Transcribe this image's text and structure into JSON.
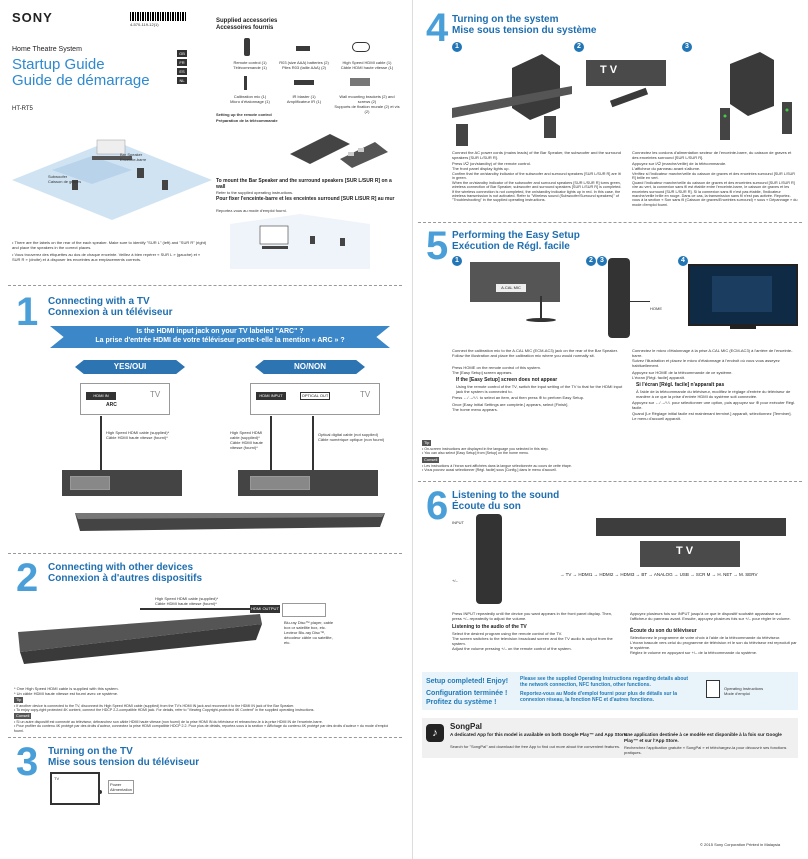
{
  "header": {
    "brand": "SONY",
    "part_number": "4-570-119-12(1)",
    "title_sub": "Home Theatre System",
    "title_en": "Startup Guide",
    "title_fr": "Guide de démarrage",
    "model": "HT-RT5",
    "lang_tags": [
      "GB",
      "FR",
      "ES",
      "NL"
    ]
  },
  "accessories": {
    "title_en": "Supplied accessories",
    "title_fr": "Accessoires fournis",
    "items": [
      "Remote control (1)\nTélécommande (1)",
      "R03 (size AAA) batteries (2)\nPiles R03 (taille AAA) (2)",
      "High Speed HDMI cable (1)\nCâble HDMI haute vitesse (1)",
      "Calibration mic (1)\nMicro d'étalonnage (1)",
      "IR blaster (1)\nAmplificateur IR (1)",
      "Wall mounting brackets (2) and screws (2)\nSupports de fixation murale (2) et vis (2)"
    ],
    "remote_setup_en": "Setting up the remote control",
    "remote_setup_fr": "Préparation de la télécommande"
  },
  "diagram_labels": {
    "bar_speaker": "Bar Speaker\nEnceinte-barre",
    "subwoofer": "Subwoofer\nCaisson de graves"
  },
  "mount": {
    "title_en": "To mount the Bar Speaker and the surround speakers [SUR L/SUR R] on a wall",
    "ref_en": "Refer to the supplied operating instructions.",
    "title_fr": "Pour fixer l'enceinte-barre et les enceintes surround [SUR L/SUR R] au mur",
    "ref_fr": "Reportez-vous au mode d'emploi fourni."
  },
  "intro_notes": [
    "• There are the labels on the rear of the each speaker. Make sure to identify \"SUR L\" (left) and \"SUR R\" (right) and place the speakers in the correct places.",
    "• Vous trouverez des étiquettes au dos de chaque enceinte. Veillez à bien repérer « SUR L » (gauche) et « SUR R » (droite) et à disposer les enceintes aux emplacements corrects."
  ],
  "s1": {
    "num": "1",
    "title_en": "Connecting with a TV",
    "title_fr": "Connexion à un téléviseur",
    "question_en": "Is the HDMI input jack on your TV labeled \"ARC\" ?",
    "question_fr": "La prise d'entrée HDMI de votre téléviseur porte-t-elle la mention « ARC » ?",
    "yes": "YES/OUI",
    "no": "NO/NON",
    "hdmi_in": "HDMI IN",
    "arc": "ARC",
    "tv": "TV",
    "hdmi_input": "HDMI INPUT",
    "optical_out": "OPTICAL OUT",
    "cable_yes": "High Speed HDMI cable (supplied)*\nCâble HDMI haute vitesse (fourni)*",
    "cable_no_hdmi": "High Speed HDMI cable (supplied)*\nCâble HDMI haute vitesse (fourni)*",
    "cable_no_opt": "Optical digital cable (not supplied)\nCâble numérique optique (non fourni)"
  },
  "s2": {
    "num": "2",
    "title_en": "Connecting with other devices",
    "title_fr": "Connexion à d'autres dispositifs",
    "cable": "High Speed HDMI cable (supplied)*\nCâble HDMI haute vitesse (fourni)*",
    "hdmi_output": "HDMI OUTPUT",
    "device": "Blu-ray Disc™ player, cable box or satellite box, etc.\nLecteur Blu-ray Disc™, décodeur câble ou satellite, etc.",
    "footnote": "* One High Speed HDMI cable is supplied with this system.\n* Un câble HDMI haute vitesse est fourni avec ce système.",
    "tip_label": "Tip",
    "tips_en": "• If another device is connected to the TV, disconnect its High Speed HDMI cable (supplied) from the TV's HDMI IN jack and reconnect it to the HDMI IN jack of the Bar Speaker.\n• To enjoy copy-right protected 4K content, connect the HDCP 2.2-compatible HDMI jack. For details, refer to \"Viewing Copyright-protected 4K Content\" in the supplied operating instructions.",
    "conseil_label": "Conseil",
    "tips_fr": "• Si un autre dispositif est connecté au téléviseur, débranchez son câble HDMI haute vitesse (non fourni) de la prise HDMI IN du téléviseur et rebranchez-le à la prise HDMI IN de l'enceinte-barre.\n• Pour profiter du contenu 4K protégé par des droits d'auteur, connectez la prise HDMI compatible HDCP 2.2. Pour plus de détails, reportez-vous à la section « Affichage du contenu 4K protégé par des droits d'auteur » du mode d'emploi fourni."
  },
  "s3": {
    "num": "3",
    "title_en": "Turning on the TV",
    "title_fr": "Mise sous tension du téléviseur",
    "tv": "TV",
    "power": "Power\nAlimentation"
  },
  "s4": {
    "num": "4",
    "title_en": "Turning on the system",
    "title_fr": "Mise sous tension du système",
    "display": "TV",
    "steps_en": [
      "Connect the AC power cords (mains leads) of the Bar Speaker, the subwoofer and the surround speakers [SUR L/SUR R].",
      "Press I/⏻ (on/standby) of the remote control.\nThe front panel display lights up.",
      "Confirm that the on/standby indicator of the subwoofer and surround speakers [SUR L/SUR R] are lit in green.\nWhen the on/standby indicator of the subwoofer and surround speakers [SUR L/SUR R] turns green, wireless connection of Bar Speaker, subwoofer and surround speakers [SUR L/SUR R] is completed. If the wireless connection is not completed, the on/standby indicator lights up in red. In this case, the wireless transmission is not activated. Refer to \"Wireless sound (Subwoofer/Surround speakers)\" of \"Troubleshooting\" in the supplied operating instructions."
    ],
    "steps_fr": [
      "Connectez les cordons d'alimentation secteur de l'enceinte-barre, du caisson de graves et des enceintes surround [SUR L/SUR R].",
      "Appuyez sur I/⏻ (marche/veille) de la télécommande.\nL'afficheur du panneau avant s'allume.",
      "Vérifiez si l'indicateur marche/veille du caisson de graves et des enceintes surround [SUR L/SUR R] brille en vert.\nQuand l'indicateur marche/veille du caisson de graves et des enceintes surround [SUR L/SUR R] vire au vert, la connexion sans fil est établie entre l'enceinte-barre, le caisson de graves et les enceintes surround [SUR L/SUR R]. Si la connexion sans fil n'est pas établie, l'indicateur marche/veille brille en rouge. Dans ce cas, la transmission sans fil n'est pas activée. Reportez-vous à la section « Son sans fil (Caisson de graves/Enceintes surround) » sous « Dépannage » du mode d'emploi fourni."
    ]
  },
  "s5": {
    "num": "5",
    "title_en": "Performing the Easy Setup",
    "title_fr": "Exécution de Régl. facile",
    "acal_mic": "A.CAL MIC",
    "home": "HOME",
    "steps_en": [
      "Connect the calibration mic to the A.CAL MIC (ECM-AC3) jack on the rear of the Bar Speaker.\nFollow the illustration and place the calibration mic where you would normally sit.",
      "Press HOME on the remote control of this system.\nThe [Easy Setup] screen appears.",
      "Press ←/→/↑/↓ to select an item, and then press ⊕ to perform Easy Setup.",
      "Once [Easy Initial Settings are complete.] appears, select [Finish].\nThe home menu appears."
    ],
    "if_not_title": "If the [Easy Setup] screen does not appear",
    "if_not_body": "Using the remote control of the TV, switch the input setting of the TV to that for the HDMI input jack the system is connected to.",
    "steps_fr": [
      "Connectez le micro d'étalonnage à la prise A.CAL MIC (ECM-AC3) à l'arrière de l'enceinte-barre.\nSuivez l'illustration et placez le micro d'étalonnage à l'endroit où vous vous asseyez habituellement.",
      "Appuyez sur HOME de la télécommande de ce système.\nL'écran [Régl. facile] apparaît.",
      "Appuyez sur ←/→/↑/↓ pour sélectionner une option, puis appuyez sur ⊕ pour exécuter Régl. facile.",
      "Quand [Le Réglage initial facile est maintenant terminé.] apparaît, sélectionnez [Terminer].\nLe menu d'accueil apparaît."
    ],
    "if_not_title_fr": "Si l'écran [Régl. facile] n'apparaît pas",
    "if_not_body_fr": "À l'aide de la télécommande du téléviseur, modifiez le réglage d'entrée du téléviseur de manière à ce que la prise d'entrée HDMI du système soit connectée.",
    "tip_label": "Tip",
    "tip_en": "• On-screen instructions are displayed in the language you selected in this step.\n• You can also select [Easy Setup] from [Setup] on the home menu.",
    "conseil_label": "Conseil",
    "tip_fr": "• Les instructions à l'écran sont affichées dans la langue sélectionnée au cours de cette étape.\n• Vous pouvez aussi sélectionner [Régl. facile] sous [Config.] dans le menu d'accueil."
  },
  "s6": {
    "num": "6",
    "title_en": "Listening to the sound",
    "title_fr": "Écoute du son",
    "input": "INPUT",
    "display": "TV",
    "volume": "+/–",
    "sequence": "→ TV → HDMI1 → HDMI2 → HDMI3 → BT → ANALOG → USB → SCR M → H. NET → M. SERV",
    "body_en": "Press INPUT repeatedly until the device you want appears in the front panel display. Then, press +/– repeatedly to adjust the volume.",
    "listen_title": "Listening to the audio of the TV",
    "listen_body": "Select the desired program using the remote control of the TV.\nThe screen switches to the television broadcast screen and the TV audio is output from the system.\nAdjust the volume pressing +/– on the remote control of the system.",
    "body_fr": "Appuyez plusieurs fois sur INPUT jusqu'à ce que le dispositif souhaité apparaisse sur l'afficheur du panneau avant. Ensuite, appuyez plusieurs fois sur +/– pour régler le volume.",
    "listen_title_fr": "Écoute du son du téléviseur",
    "listen_body_fr": "Sélectionnez le programme de votre choix à l'aide de la télécommande du téléviseur.\nL'écran bascule vers celui du programme de télévision et le son du téléviseur est reproduit par le système.\nRéglez le volume en appuyant sur +/– de la télécommande du système."
  },
  "footer": {
    "setup_done_en": "Setup completed! Enjoy!",
    "setup_done_fr": "Configuration terminée ! Profitez du système !",
    "ops_en": "Please see the supplied Operating Instructions regarding details about the network connection, NFC function, other functions.",
    "ops_fr": "Reportez-vous au Mode d'emploi fourni pour plus de détails sur la connexion réseau, la fonction NFC et d'autres fonctions.",
    "booklet": "Operating Instructions\nMode d'emploi",
    "songpal": "SongPal",
    "songpal_en_title": "A dedicated App for this model is available on both Google Play™ and App Store.",
    "songpal_en_body": "Search for \"SongPal\" and download the free App to find out more about the convenient features.",
    "songpal_fr_title": "Une application destinée à ce modèle est disponible à la fois sur Google Play™ et sur l'App Store.",
    "songpal_fr_body": "Recherchez l'application gratuite « SongPal » et téléchargez-la pour découvrir ses fonctions pratiques.",
    "copyright": "© 2015 Sony Corporation   Printed in Malaysia"
  },
  "colors": {
    "accent": "#1f6fb0",
    "bignum": "#4a9fd8",
    "yes_banner": "#2d74b3",
    "question_banner": "#3b87c7"
  }
}
